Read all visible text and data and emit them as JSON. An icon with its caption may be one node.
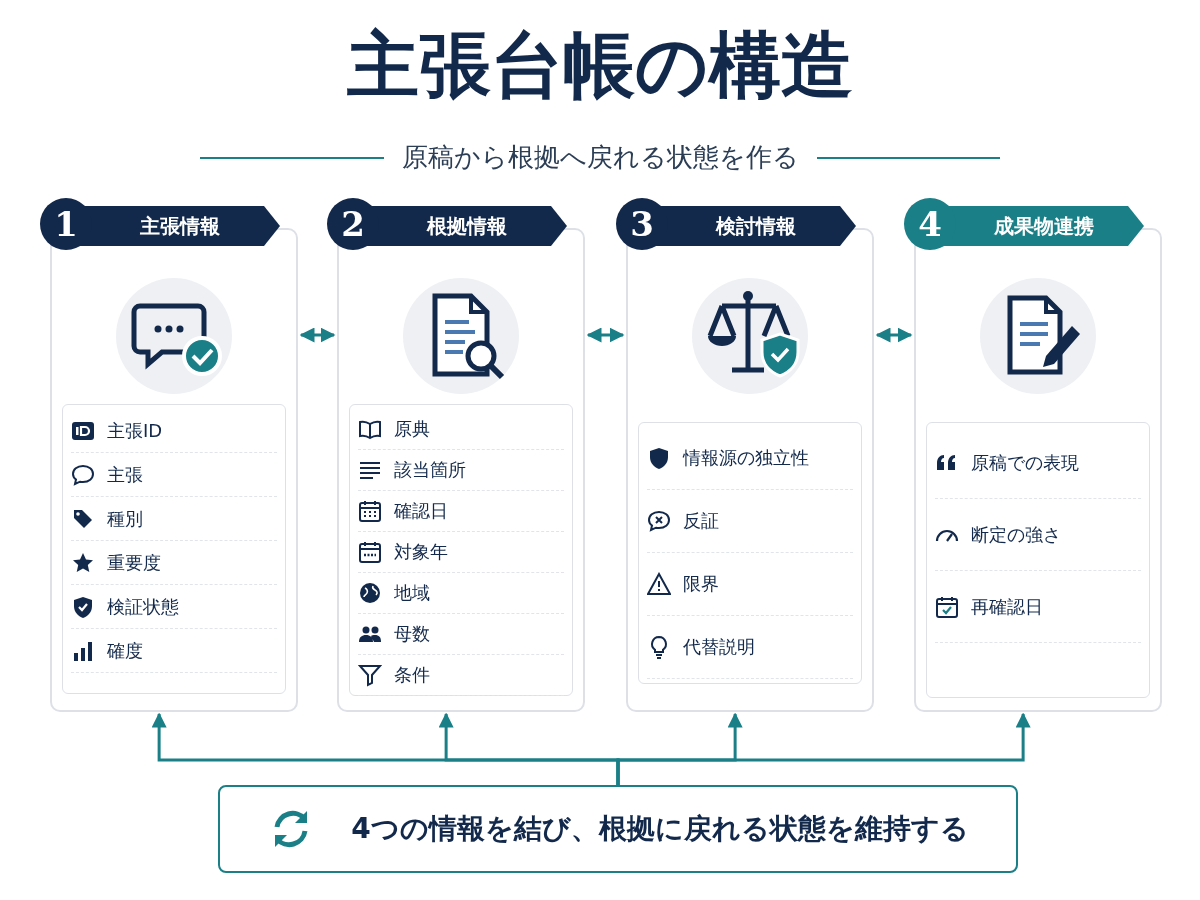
{
  "diagram": {
    "title": "主張台帳の構造",
    "nodes": [
      {
        "text": [
          "1",
          "主張情報"
        ]
      },
      {
        "text": [
          "主張ID"
        ],
        "in": 0
      },
      {
        "text": [
          "主張"
        ],
        "in": 0
      },
      {
        "text": [
          "種別"
        ],
        "in": 0
      },
      {
        "text": [
          "重要度"
        ],
        "in": 0
      },
      {
        "text": [
          "検証状態"
        ],
        "in": 0
      },
      {
        "text": [
          "確度"
        ],
        "in": 0
      },
      {
        "text": [
          "2",
          "根拠情報"
        ]
      },
      {
        "text": [
          "原典"
        ],
        "in": 7
      },
      {
        "text": [
          "該当箇所"
        ],
        "in": 7
      },
      {
        "text": [
          "確認日"
        ],
        "in": 7
      },
      {
        "text": [
          "対象年"
        ],
        "in": 7
      },
      {
        "text": [
          "地域"
        ],
        "in": 7
      },
      {
        "text": [
          "母数"
        ],
        "in": 7
      },
      {
        "text": [
          "条件"
        ],
        "in": 7
      },
      {
        "text": [
          "3",
          "検討情報"
        ]
      },
      {
        "text": [
          "情報源の独立性"
        ],
        "in": 15
      },
      {
        "text": [
          "反証"
        ],
        "in": 15
      },
      {
        "text": [
          "限界"
        ],
        "in": 15
      },
      {
        "text": [
          "代替説明"
        ],
        "in": 15
      },
      {
        "text": [
          "4",
          "成果物連携"
        ]
      },
      {
        "text": [
          "原稿での表現"
        ],
        "in": 20
      },
      {
        "text": [
          "断定の強さ"
        ],
        "in": 20
      },
      {
        "text": [
          "再確認日"
        ],
        "in": 20
      },
      {
        "text": [
          "4つの情報を結び、根拠に戻れる状態を維持する"
        ]
      }
    ],
    "edges": [
      {
        "from": 0,
        "to": 7,
        "arrow": "both"
      },
      {
        "from": 7,
        "to": 15,
        "arrow": "both"
      },
      {
        "from": 15,
        "to": 20,
        "arrow": "both"
      },
      {
        "from": 24,
        "to": 0,
        "arrow": "to"
      },
      {
        "from": 24,
        "to": 7,
        "arrow": "to"
      },
      {
        "from": 24,
        "to": 15,
        "arrow": "to"
      },
      {
        "from": 24,
        "to": 20,
        "arrow": "to"
      }
    ],
    "labels": [
      "原稿から根拠へ戻れる状態を作る"
    ]
  }
}
